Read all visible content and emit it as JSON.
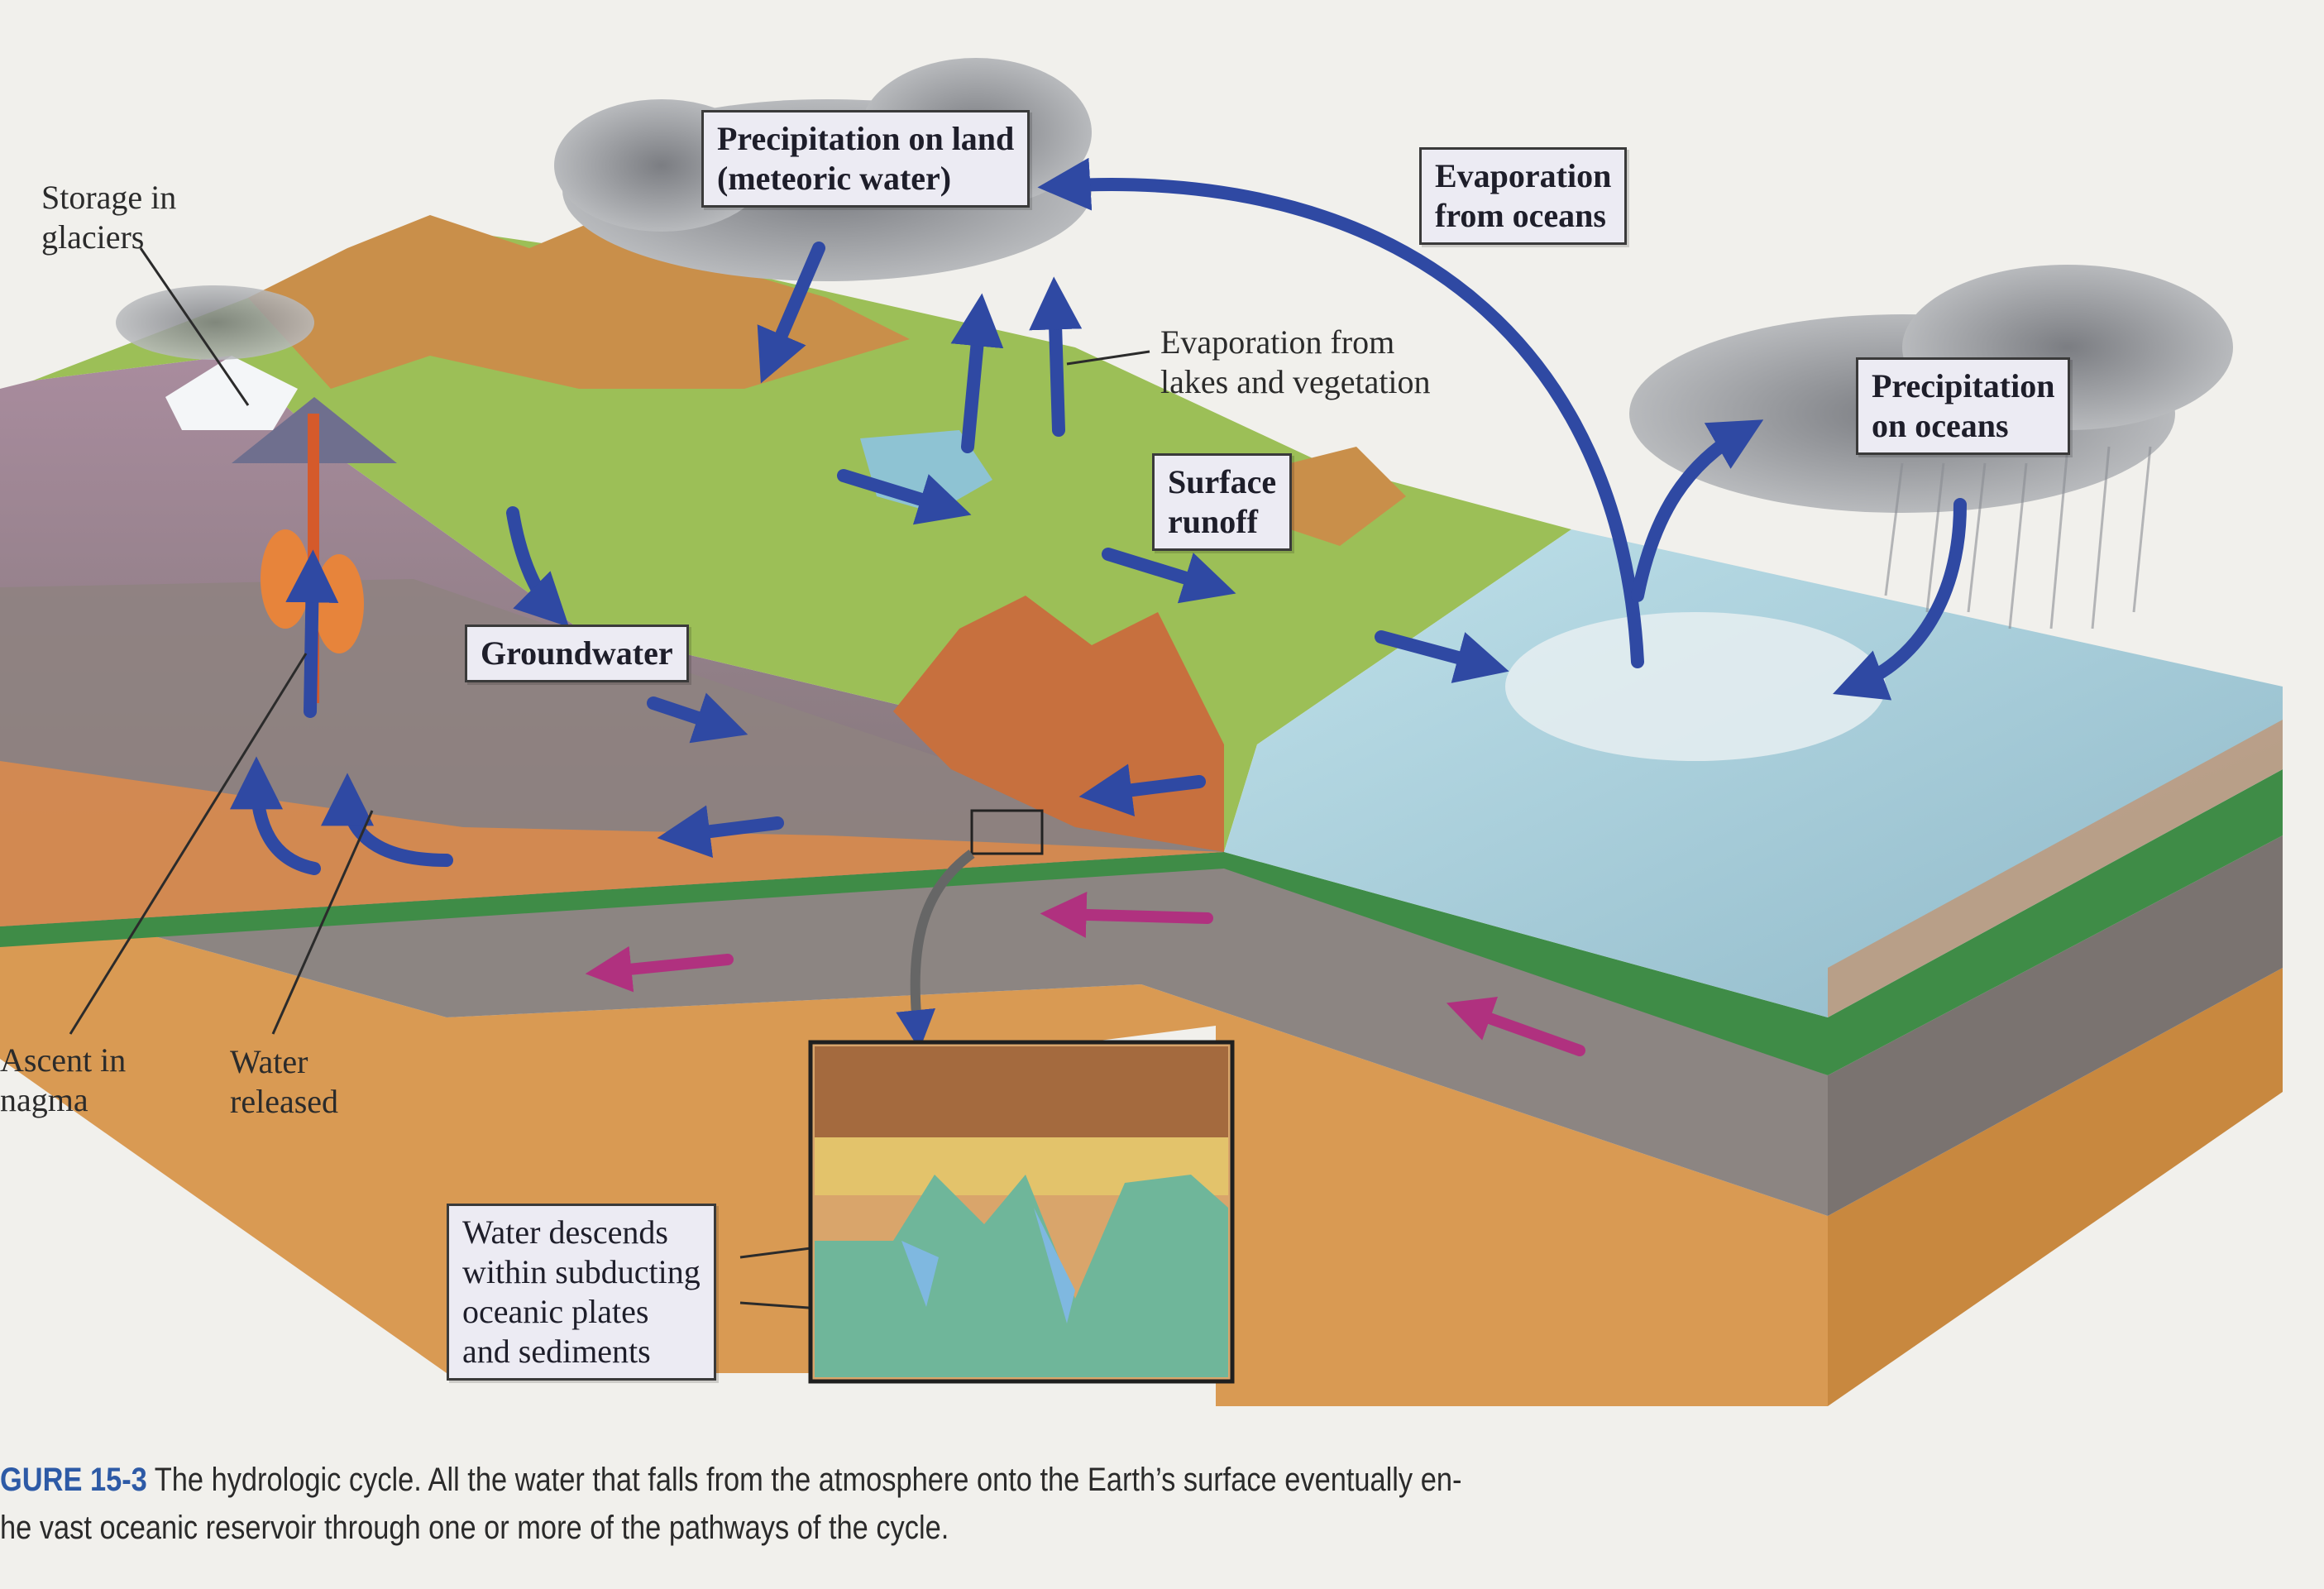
{
  "labels": {
    "storage_glaciers": "Storage in\nglaciers",
    "precip_land": "Precipitation on land\n(meteoric water)",
    "evap_oceans": "Evaporation\nfrom oceans",
    "evap_lakes": "Evaporation from\nlakes and vegetation",
    "precip_oceans": "Precipitation\non oceans",
    "surface_runoff": "Surface\nrunoff",
    "groundwater": "Groundwater",
    "ascent_magma": "Ascent in\nnagma",
    "water_released": "Water\nreleased",
    "water_descends": "Water descends\nwithin subducting\noceanic plates\nand sediments"
  },
  "caption": {
    "figure": "GURE 15-3",
    "line1": " The hydrologic cycle. All the water that falls from the atmosphere onto the Earth’s surface eventually en-",
    "line2": "he vast oceanic reservoir through one or more of the pathways of the cycle."
  },
  "colors": {
    "water_arrow": "#2f49a3",
    "plate_arrow": "#b0317f",
    "ocean": "#a9cbd6",
    "land": "#9cbf57",
    "crust": "#8c8582",
    "mantle": "#d99a53"
  }
}
